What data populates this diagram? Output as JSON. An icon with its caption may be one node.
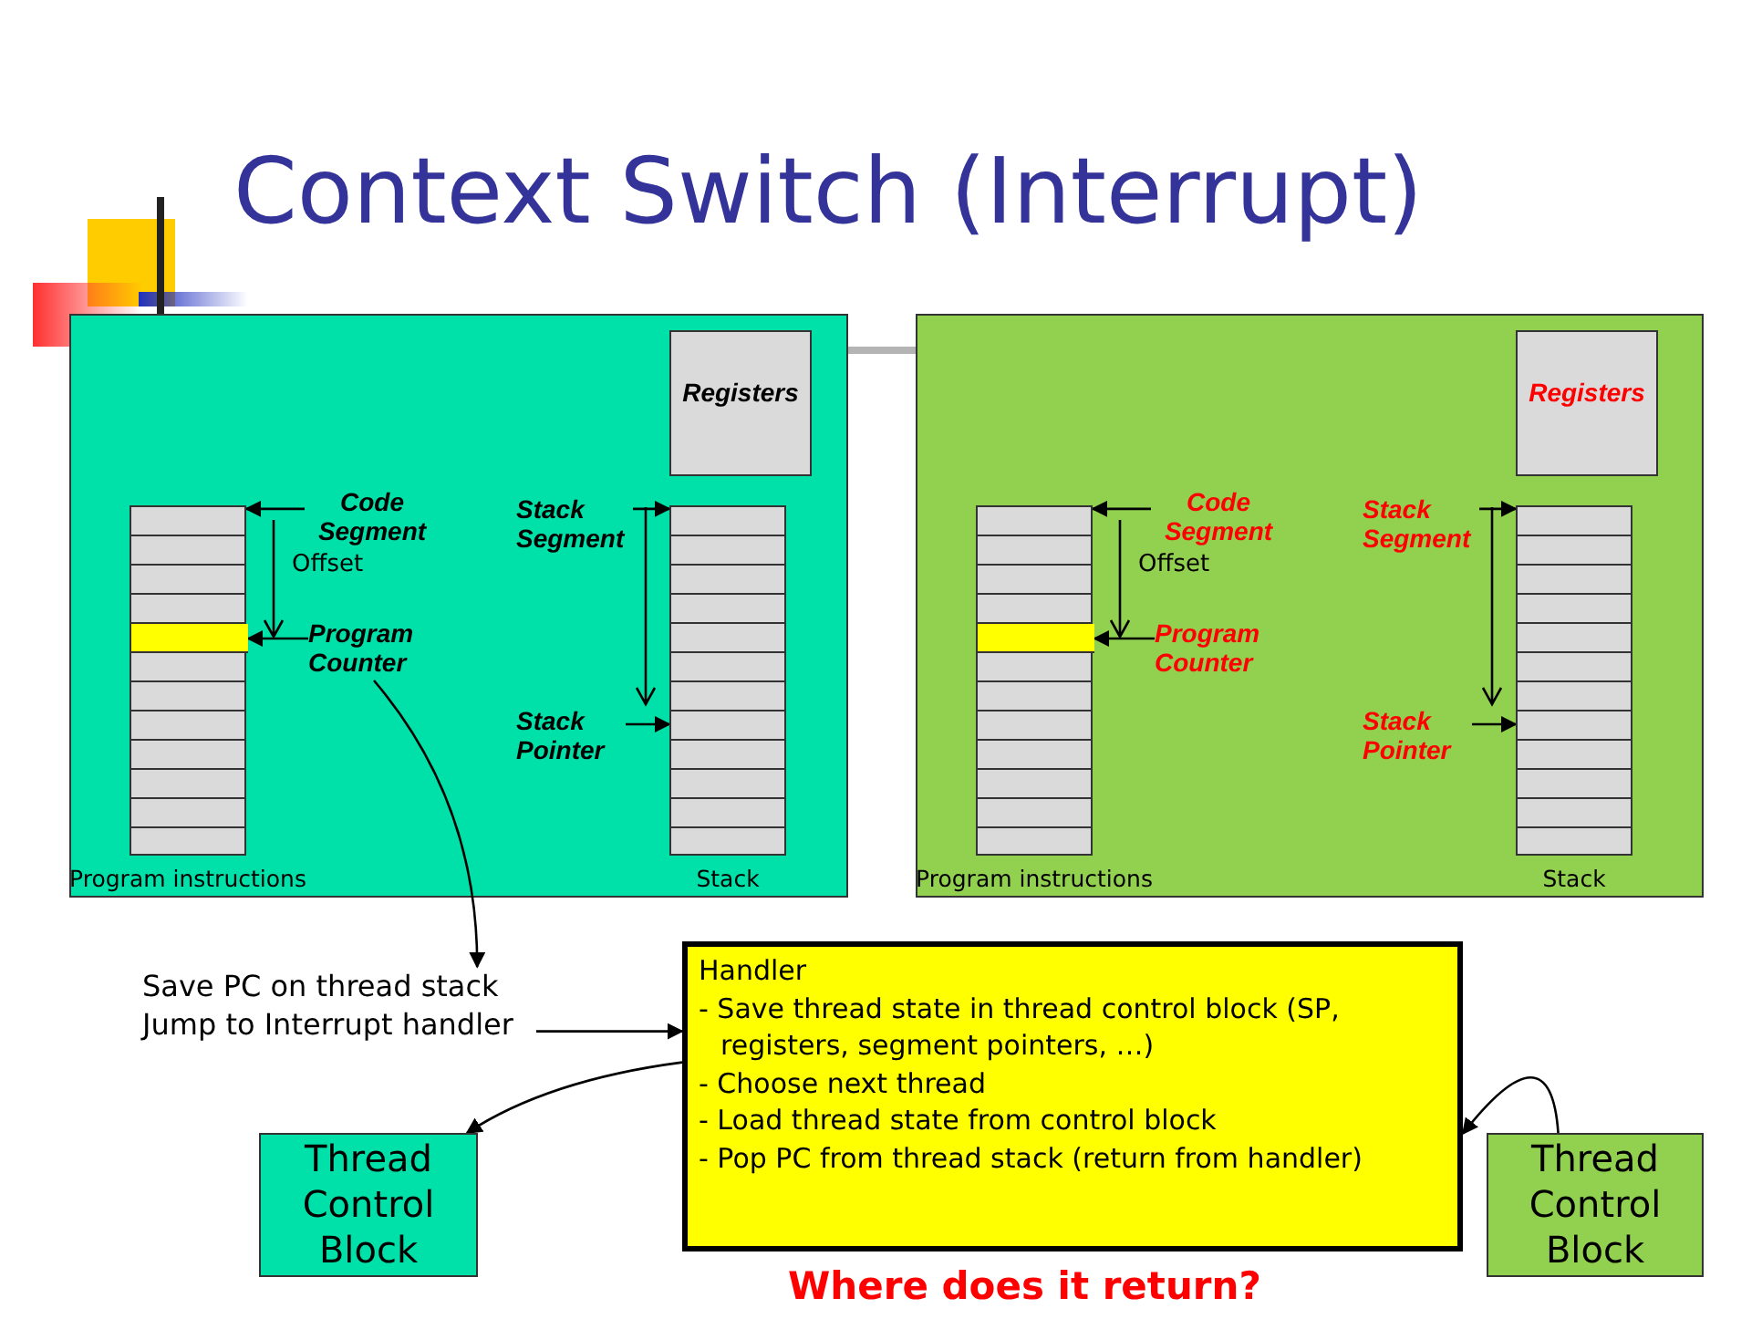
{
  "diagram": {
    "title": "Context Switch (Interrupt)",
    "nodes": [
      {
        "text": [],
        "shape": "box"
      },
      {
        "text": [
          "Registers"
        ],
        "in": 0
      },
      {
        "text": [],
        "shape": "box",
        "in": 0,
        "beside": [
          "Program instructions"
        ]
      },
      {
        "text": [],
        "shape": "box",
        "in": 2
      },
      {
        "text": [
          "Code Segment"
        ],
        "in": 0
      },
      {
        "text": [
          "Program Counter"
        ],
        "in": 0
      },
      {
        "text": [],
        "shape": "box",
        "in": 0,
        "beside": [
          "Stack"
        ]
      },
      {
        "text": [
          "Stack Segment"
        ],
        "in": 0
      },
      {
        "text": [
          "Stack Pointer"
        ],
        "in": 0
      },
      {
        "text": [],
        "shape": "box"
      },
      {
        "text": [
          "Registers"
        ],
        "in": 9
      },
      {
        "text": [],
        "shape": "box",
        "in": 9,
        "beside": [
          "Program instructions"
        ]
      },
      {
        "text": [],
        "shape": "box",
        "in": 11
      },
      {
        "text": [
          "Code Segment"
        ],
        "in": 9
      },
      {
        "text": [
          "Program Counter"
        ],
        "in": 9
      },
      {
        "text": [],
        "shape": "box",
        "in": 9,
        "beside": [
          "Stack"
        ]
      },
      {
        "text": [
          "Stack Segment"
        ],
        "in": 9
      },
      {
        "text": [
          "Stack Pointer"
        ],
        "in": 9
      },
      {
        "text": [
          "Save PC on thread stack",
          "Jump to Interrupt handler"
        ]
      },
      {
        "text": [
          "Handler",
          "- Save thread state in thread control block (SP, registers, segment pointers, …)",
          "- Choose next thread",
          "- Load thread state from control block",
          "- Pop PC from thread stack (return from handler)"
        ]
      },
      {
        "text": [
          "Thread Control Block"
        ]
      },
      {
        "text": [
          "Thread Control Block"
        ]
      }
    ],
    "edges": [
      {
        "from": 4,
        "to": 2,
        "arrow": "to"
      },
      {
        "from": 5,
        "to": 3,
        "arrow": "to"
      },
      {
        "from": 7,
        "to": 6,
        "arrow": "to"
      },
      {
        "from": 8,
        "to": 6,
        "arrow": "to"
      },
      {
        "from": 13,
        "to": 11,
        "arrow": "to"
      },
      {
        "from": 14,
        "to": 12,
        "arrow": "to"
      },
      {
        "from": 16,
        "to": 15,
        "arrow": "to"
      },
      {
        "from": 17,
        "to": 15,
        "arrow": "to"
      },
      {
        "from": 5,
        "to": 18,
        "arrow": "to"
      },
      {
        "from": 18,
        "to": 19,
        "arrow": "to"
      },
      {
        "from": 19,
        "to": 20,
        "arrow": "to"
      },
      {
        "from": 21,
        "to": 19,
        "arrow": "to"
      },
      {
        "from": 0,
        "to": 9,
        "arrow": "none",
        "color": "#b4b4b4",
        "style": "thick"
      }
    ],
    "labels": [
      "Offset",
      "Offset",
      "Where does it return?"
    ]
  }
}
